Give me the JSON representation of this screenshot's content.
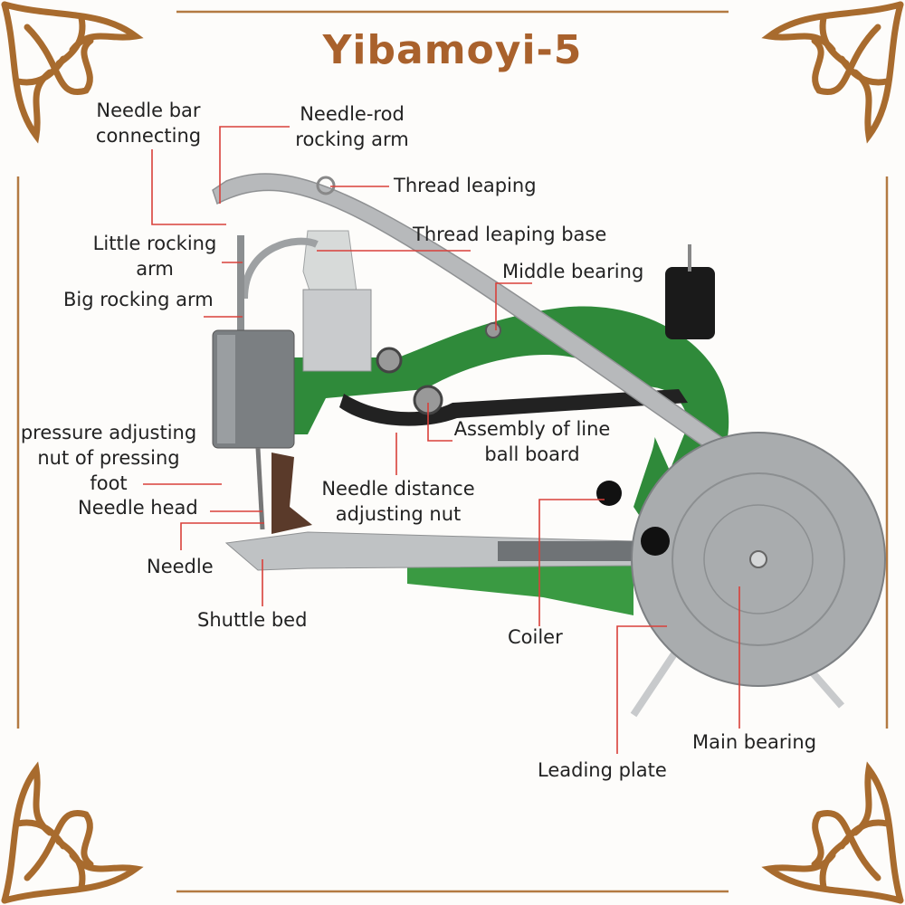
{
  "title": "Yibamoyi-5",
  "colors": {
    "title": "#a9612c",
    "leader": "#d9403a",
    "border_line": "#b37a42",
    "ornament": "#a86b2e",
    "machine_green": "#2f8a3a",
    "steel": "#b7b9bb"
  },
  "labels": {
    "needle_bar_connecting": [
      "Needle bar",
      "connecting"
    ],
    "needle_rod_rocking_arm": [
      "Needle-rod",
      "rocking arm"
    ],
    "thread_leaping": "Thread leaping",
    "thread_leaping_base": "Thread leaping base",
    "little_rocking_arm": [
      "Little rocking",
      "arm"
    ],
    "middle_bearing": "Middle bearing",
    "big_rocking_arm": "Big rocking arm",
    "pressure_adjusting_nut": [
      "pressure adjusting",
      "nut of pressing",
      "foot"
    ],
    "assembly_line_ball_board": [
      "Assembly of line",
      "ball board"
    ],
    "needle_distance_nut": [
      "Needle distance",
      "adjusting nut"
    ],
    "needle_head": "Needle head",
    "needle": "Needle",
    "shuttle_bed": "Shuttle bed",
    "coiler": "Coiler",
    "main_bearing": "Main bearing",
    "leading_plate": "Leading plate"
  }
}
